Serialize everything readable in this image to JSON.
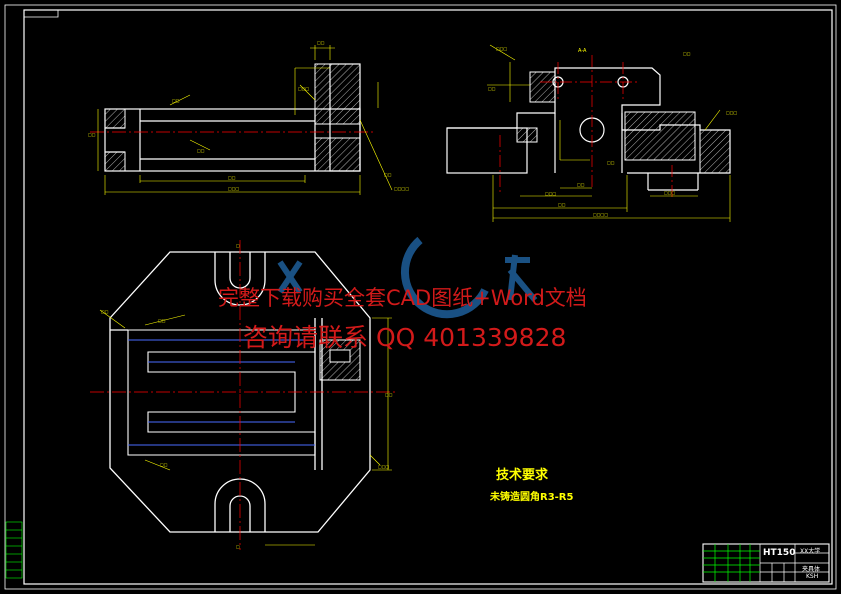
{
  "watermark": {
    "line1": "完整下载购买全套CAD图纸+Word文档",
    "line2": "咨询请联系 QQ 401339828"
  },
  "technical_requirements": {
    "title": "技术要求",
    "item": "未铸造圆角R3-R5"
  },
  "title_block": {
    "material": "HT150",
    "school": "XX大学",
    "part_name": "夹具体",
    "designer": "KSH"
  },
  "section_label": "A-A",
  "colors": {
    "background": "#000000",
    "outline": "#ffffff",
    "dimension": "#ffff00",
    "centerline": "#ff0000",
    "hatch": "#ffffff",
    "hidden": "#4a6bff",
    "watermark": "#d21a1a",
    "title_block_green": "#00ff00"
  }
}
